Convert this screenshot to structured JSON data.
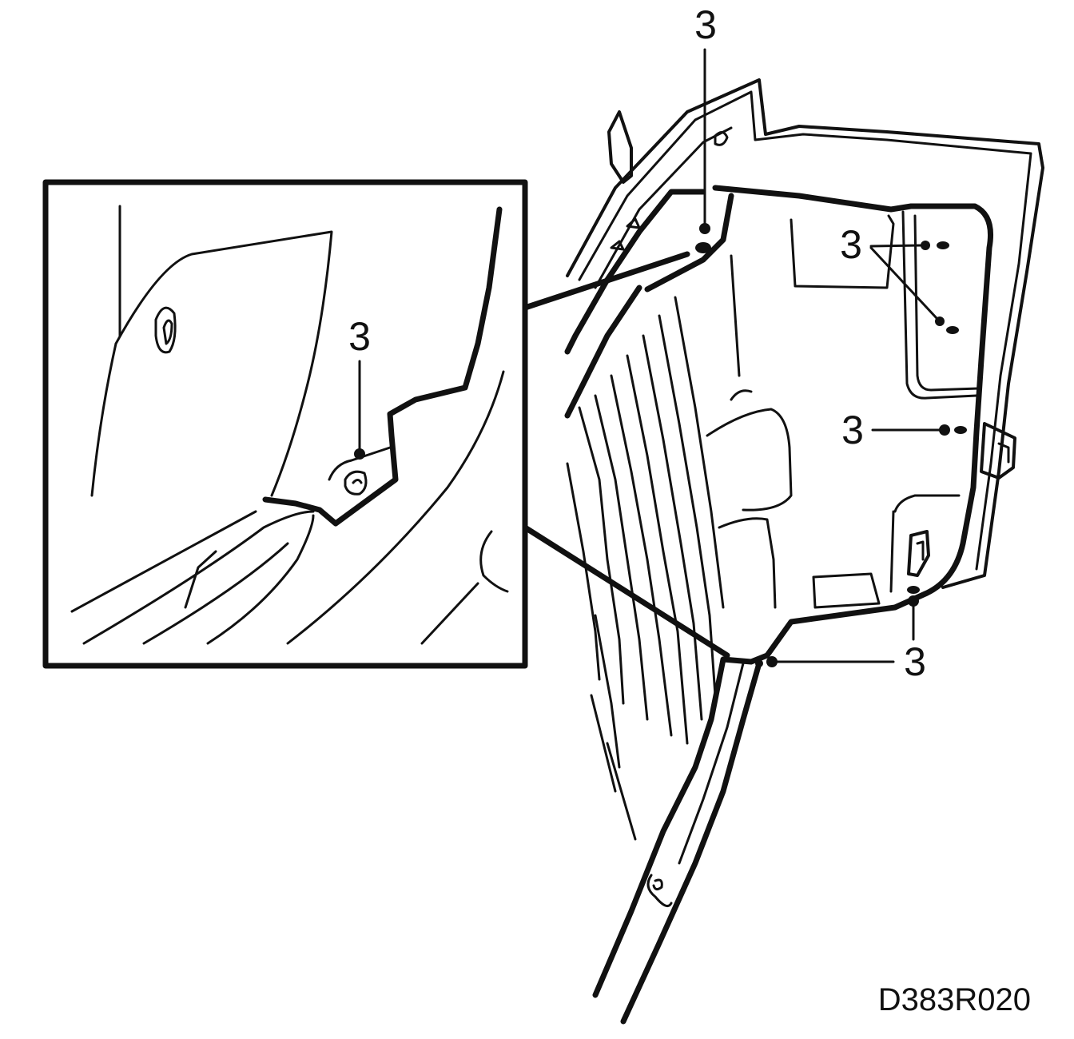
{
  "callouts": [
    {
      "label": "3"
    },
    {
      "label": "3"
    },
    {
      "label": "3"
    },
    {
      "label": "3"
    },
    {
      "label": "3"
    }
  ],
  "figure_code": "D383R020",
  "detail_callout": {
    "label": "3"
  }
}
